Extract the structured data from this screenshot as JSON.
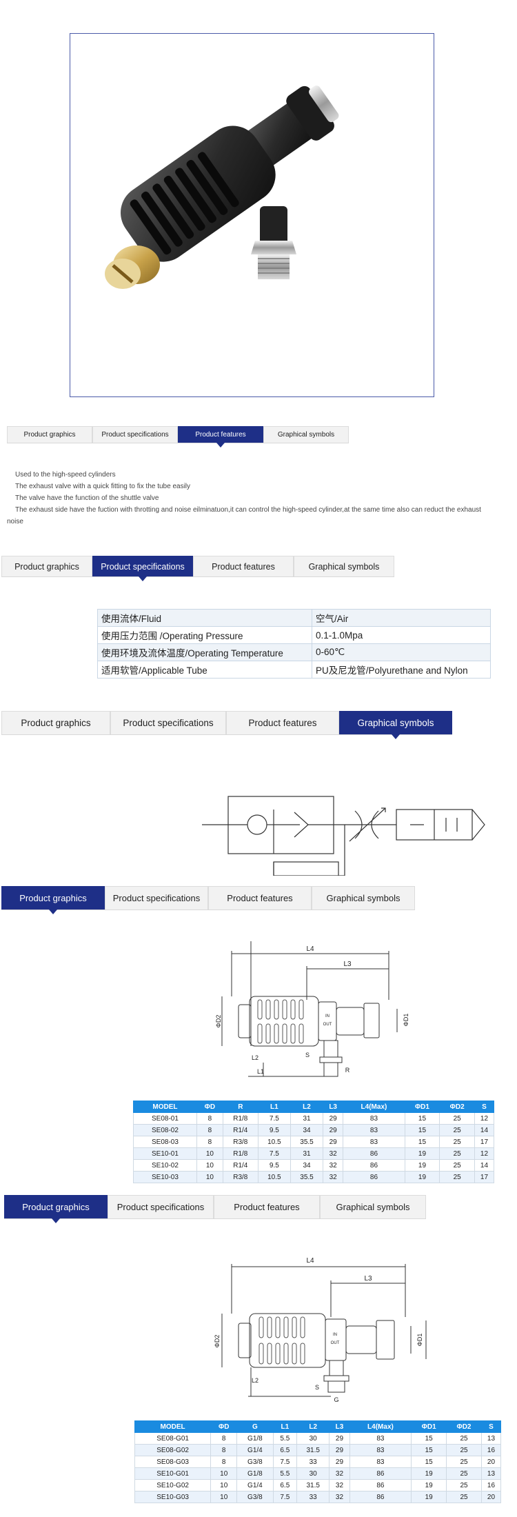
{
  "tabs": {
    "graphics": "Product graphics",
    "specifications": "Product specifications",
    "features": "Product features",
    "symbols": "Graphical symbols"
  },
  "features": [
    "Used to the high-speed cylinders",
    "The exhaust valve with a quick fitting to fix the tube easily",
    "The valve have the function of the shuttle valve",
    "The exhaust side have the fuction with throtting and noise eilminatuon,it can control the high-speed cylinder,at the same time also can reduct the exhaust",
    "noise"
  ],
  "specs": [
    {
      "label": "使用流体/Fluid",
      "value": "空气/Air"
    },
    {
      "label": "使用压力范围 /Operating Pressure",
      "value": "0.1-1.0Mpa"
    },
    {
      "label": "使用环境及流体温度/Operating Temperature",
      "value": "0-60℃"
    },
    {
      "label": "适用软管/Applicable Tube",
      "value": "PU及尼龙管/Polyurethane and Nylon"
    }
  ],
  "drawing_labels": {
    "l4": "L4",
    "l3": "L3",
    "l2": "L2",
    "l1": "L1",
    "d2": "ΦD2",
    "d1": "ΦD1",
    "s": "S",
    "r": "R",
    "g": "G",
    "in": "IN",
    "out": "OUT"
  },
  "table1": {
    "headers": [
      "MODEL",
      "ΦD",
      "R",
      "L1",
      "L2",
      "L3",
      "L4(Max)",
      "ΦD1",
      "ΦD2",
      "S"
    ],
    "rows": [
      [
        "SE08-01",
        "8",
        "R1/8",
        "7.5",
        "31",
        "29",
        "83",
        "15",
        "25",
        "12"
      ],
      [
        "SE08-02",
        "8",
        "R1/4",
        "9.5",
        "34",
        "29",
        "83",
        "15",
        "25",
        "14"
      ],
      [
        "SE08-03",
        "8",
        "R3/8",
        "10.5",
        "35.5",
        "29",
        "83",
        "15",
        "25",
        "17"
      ],
      [
        "SE10-01",
        "10",
        "R1/8",
        "7.5",
        "31",
        "32",
        "86",
        "19",
        "25",
        "12"
      ],
      [
        "SE10-02",
        "10",
        "R1/4",
        "9.5",
        "34",
        "32",
        "86",
        "19",
        "25",
        "14"
      ],
      [
        "SE10-03",
        "10",
        "R3/8",
        "10.5",
        "35.5",
        "32",
        "86",
        "19",
        "25",
        "17"
      ]
    ]
  },
  "table2": {
    "headers": [
      "MODEL",
      "ΦD",
      "G",
      "L1",
      "L2",
      "L3",
      "L4(Max)",
      "ΦD1",
      "ΦD2",
      "S"
    ],
    "rows": [
      [
        "SE08-G01",
        "8",
        "G1/8",
        "5.5",
        "30",
        "29",
        "83",
        "15",
        "25",
        "13"
      ],
      [
        "SE08-G02",
        "8",
        "G1/4",
        "6.5",
        "31.5",
        "29",
        "83",
        "15",
        "25",
        "16"
      ],
      [
        "SE08-G03",
        "8",
        "G3/8",
        "7.5",
        "33",
        "29",
        "83",
        "15",
        "25",
        "20"
      ],
      [
        "SE10-G01",
        "10",
        "G1/8",
        "5.5",
        "30",
        "32",
        "86",
        "19",
        "25",
        "13"
      ],
      [
        "SE10-G02",
        "10",
        "G1/4",
        "6.5",
        "31.5",
        "32",
        "86",
        "19",
        "25",
        "16"
      ],
      [
        "SE10-G03",
        "10",
        "G3/8",
        "7.5",
        "33",
        "32",
        "86",
        "19",
        "25",
        "20"
      ]
    ]
  },
  "colors": {
    "tab_active": "#1e2f87",
    "table_header": "#1a8be0",
    "frame_border": "#4a5aa8"
  }
}
